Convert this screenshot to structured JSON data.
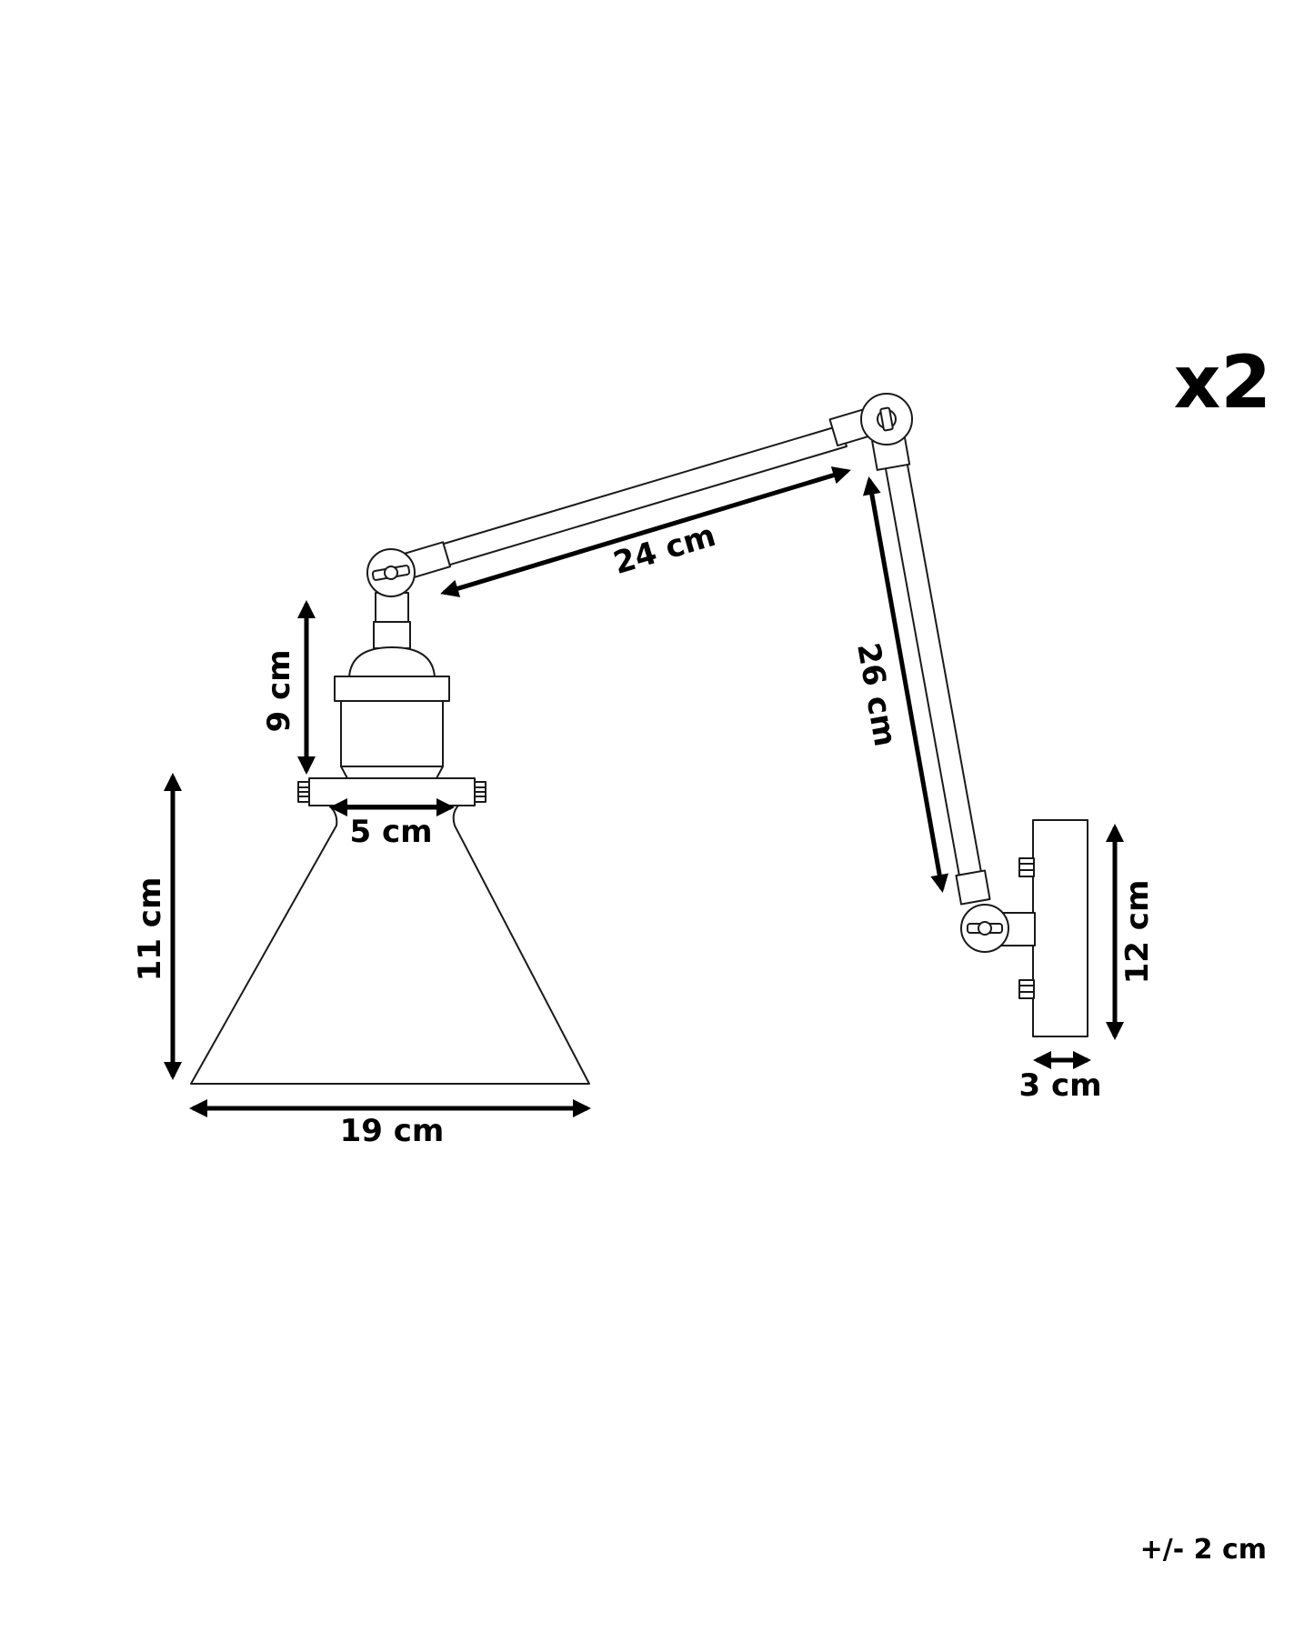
{
  "quantity_label": "x2",
  "tolerance_label": "+/- 2 cm",
  "dimensions": {
    "upper_arm": "24 cm",
    "lower_arm": "26 cm",
    "socket_height": "9 cm",
    "shade_top_width": "5 cm",
    "shade_height": "11 cm",
    "shade_width": "19 cm",
    "wall_plate_height": "12 cm",
    "wall_plate_depth": "3 cm"
  }
}
